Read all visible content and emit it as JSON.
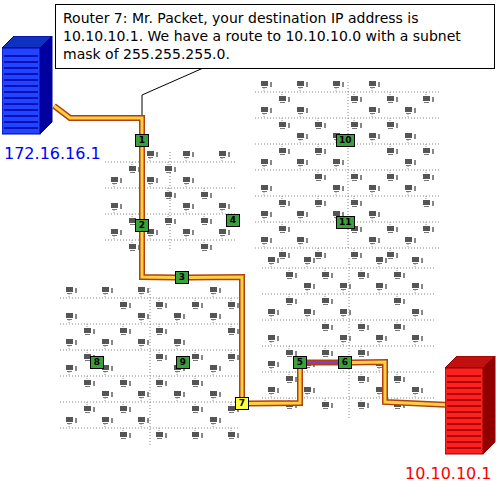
{
  "diagram": {
    "nodes": [
      {
        "text": [
          "Router 7: Mr. Packet, your destination IP address is 10.10.10.1. We have a route to 10.10.10.0 with a subnet mask of 255.255.255.0."
        ]
      },
      {
        "text": [
          "172.16.16.1"
        ]
      },
      {
        "text": [
          "1"
        ]
      },
      {
        "text": [
          "2"
        ]
      },
      {
        "text": [
          "3"
        ]
      },
      {
        "text": [
          "4"
        ]
      },
      {
        "text": [
          "5"
        ]
      },
      {
        "text": [
          "6"
        ]
      },
      {
        "text": [
          "7"
        ]
      },
      {
        "text": [
          "8"
        ]
      },
      {
        "text": [
          "9"
        ]
      },
      {
        "text": [
          "10"
        ]
      },
      {
        "text": [
          "11"
        ]
      },
      {
        "text": [
          "10.10.10.1"
        ]
      }
    ],
    "edges": [
      {
        "from": 0,
        "to": 2,
        "arrow": "none"
      },
      {
        "from": 1,
        "to": 2,
        "arrow": "none"
      },
      {
        "from": 2,
        "to": 3,
        "arrow": "none"
      },
      {
        "from": 3,
        "to": 4,
        "arrow": "none"
      },
      {
        "from": 4,
        "to": 8,
        "arrow": "none"
      },
      {
        "from": 8,
        "to": 6,
        "arrow": "none"
      },
      {
        "from": 6,
        "to": 7,
        "arrow": "none"
      },
      {
        "from": 7,
        "to": 13,
        "arrow": "none"
      }
    ]
  }
}
